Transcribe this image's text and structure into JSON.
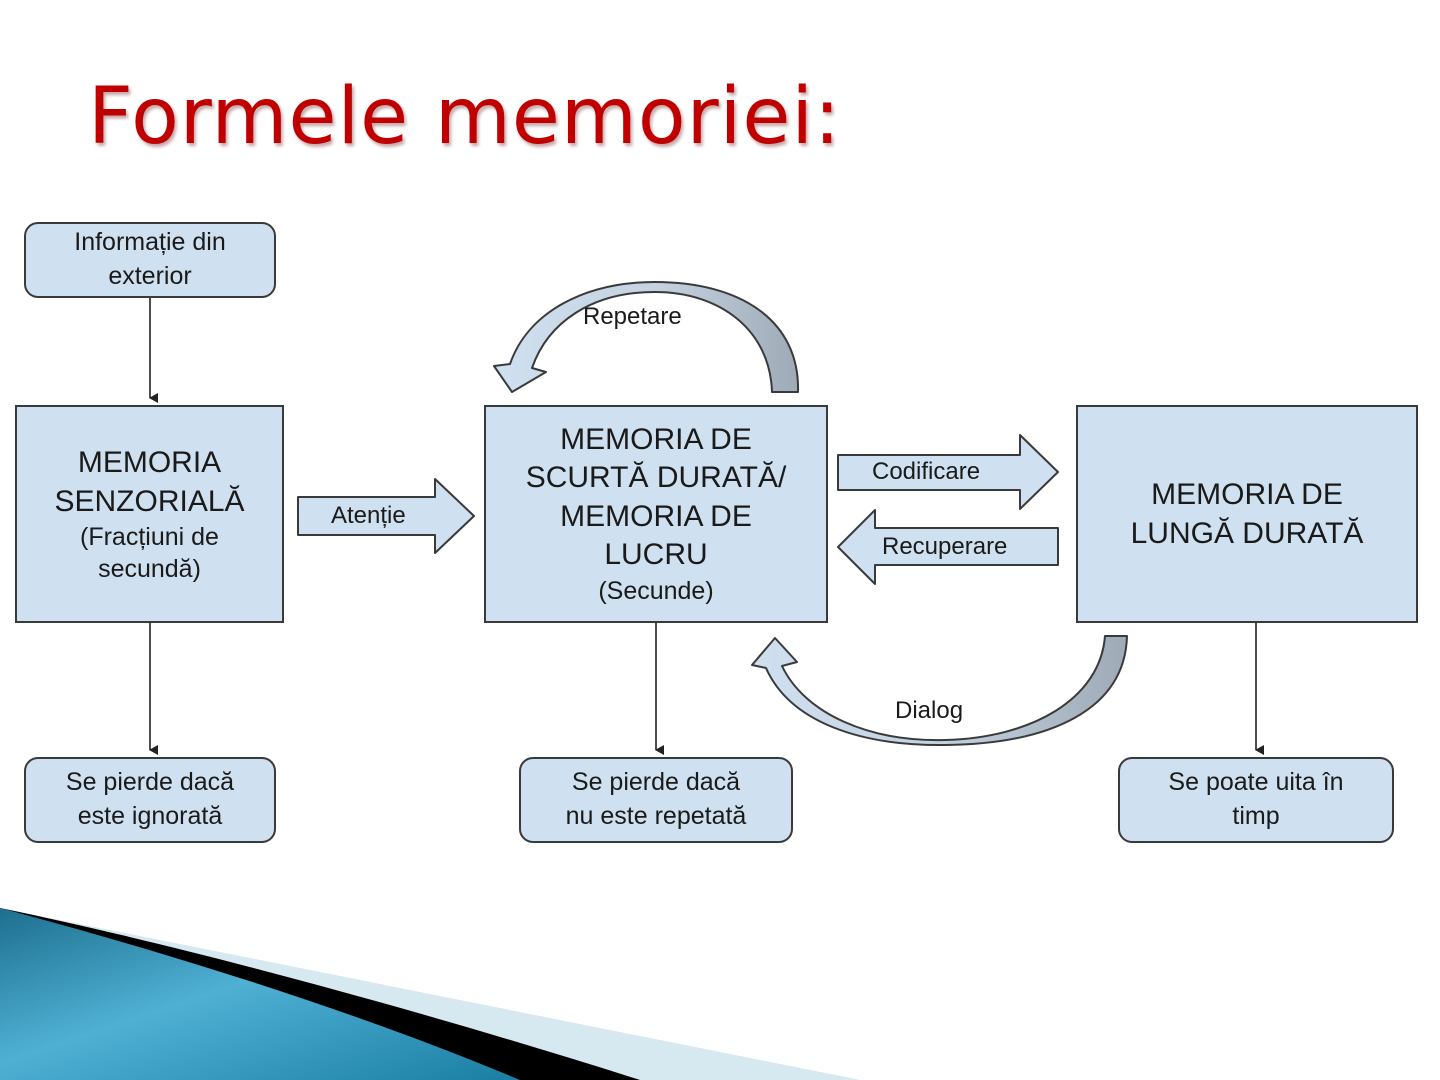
{
  "slide": {
    "title": "Formele memoriei:",
    "colors": {
      "title": "#c00000",
      "box_fill": "#cfe0f0",
      "box_border": "#3a3a3a",
      "arrow_fill": "#cfe0f0",
      "curved_arrow_dark": "#a8b4c0",
      "footer_blue": "#2a8db0"
    }
  },
  "diagram": {
    "input": {
      "label_line1": "Informație din",
      "label_line2": "exterior"
    },
    "sensory": {
      "title_line1": "MEMORIA",
      "title_line2": "SENZORIALĂ",
      "duration_line1": "(Fracțiuni de",
      "duration_line2": "secundă)",
      "outcome_line1": "Se pierde dacă",
      "outcome_line2": "este ignorată"
    },
    "short_term": {
      "title_line1": "MEMORIA DE",
      "title_line2": "SCURTĂ DURATĂ/",
      "title_line3": "MEMORIA DE",
      "title_line4": "LUCRU",
      "duration": "(Secunde)",
      "outcome_line1": "Se pierde dacă",
      "outcome_line2": "nu este repetată"
    },
    "long_term": {
      "title_line1": "MEMORIA DE",
      "title_line2": "LUNGĂ DURATĂ",
      "outcome_line1": "Se poate uita în",
      "outcome_line2": "timp"
    },
    "arrows": {
      "attention": "Atenție",
      "rehearsal": "Repetare",
      "encoding": "Codificare",
      "retrieval": "Recuperare",
      "dialog": "Dialog"
    }
  }
}
